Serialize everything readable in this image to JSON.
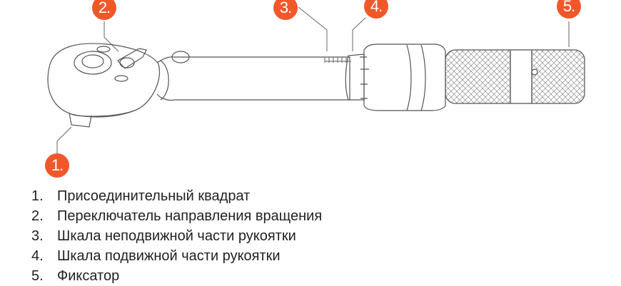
{
  "colors": {
    "accent": "#f0582a",
    "line": "#555555"
  },
  "callouts": [
    {
      "label": "1."
    },
    {
      "label": "2."
    },
    {
      "label": "3."
    },
    {
      "label": "4."
    },
    {
      "label": "5."
    }
  ],
  "legend": [
    {
      "num": "1.",
      "text": "Присоединительный квадрат"
    },
    {
      "num": "2.",
      "text": "Переключатель направления вращения"
    },
    {
      "num": "3.",
      "text": "Шкала неподвижной части рукоятки"
    },
    {
      "num": "4.",
      "text": "Шкала подвижной части рукоятки"
    },
    {
      "num": "5.",
      "text": "Фиксатор"
    }
  ]
}
